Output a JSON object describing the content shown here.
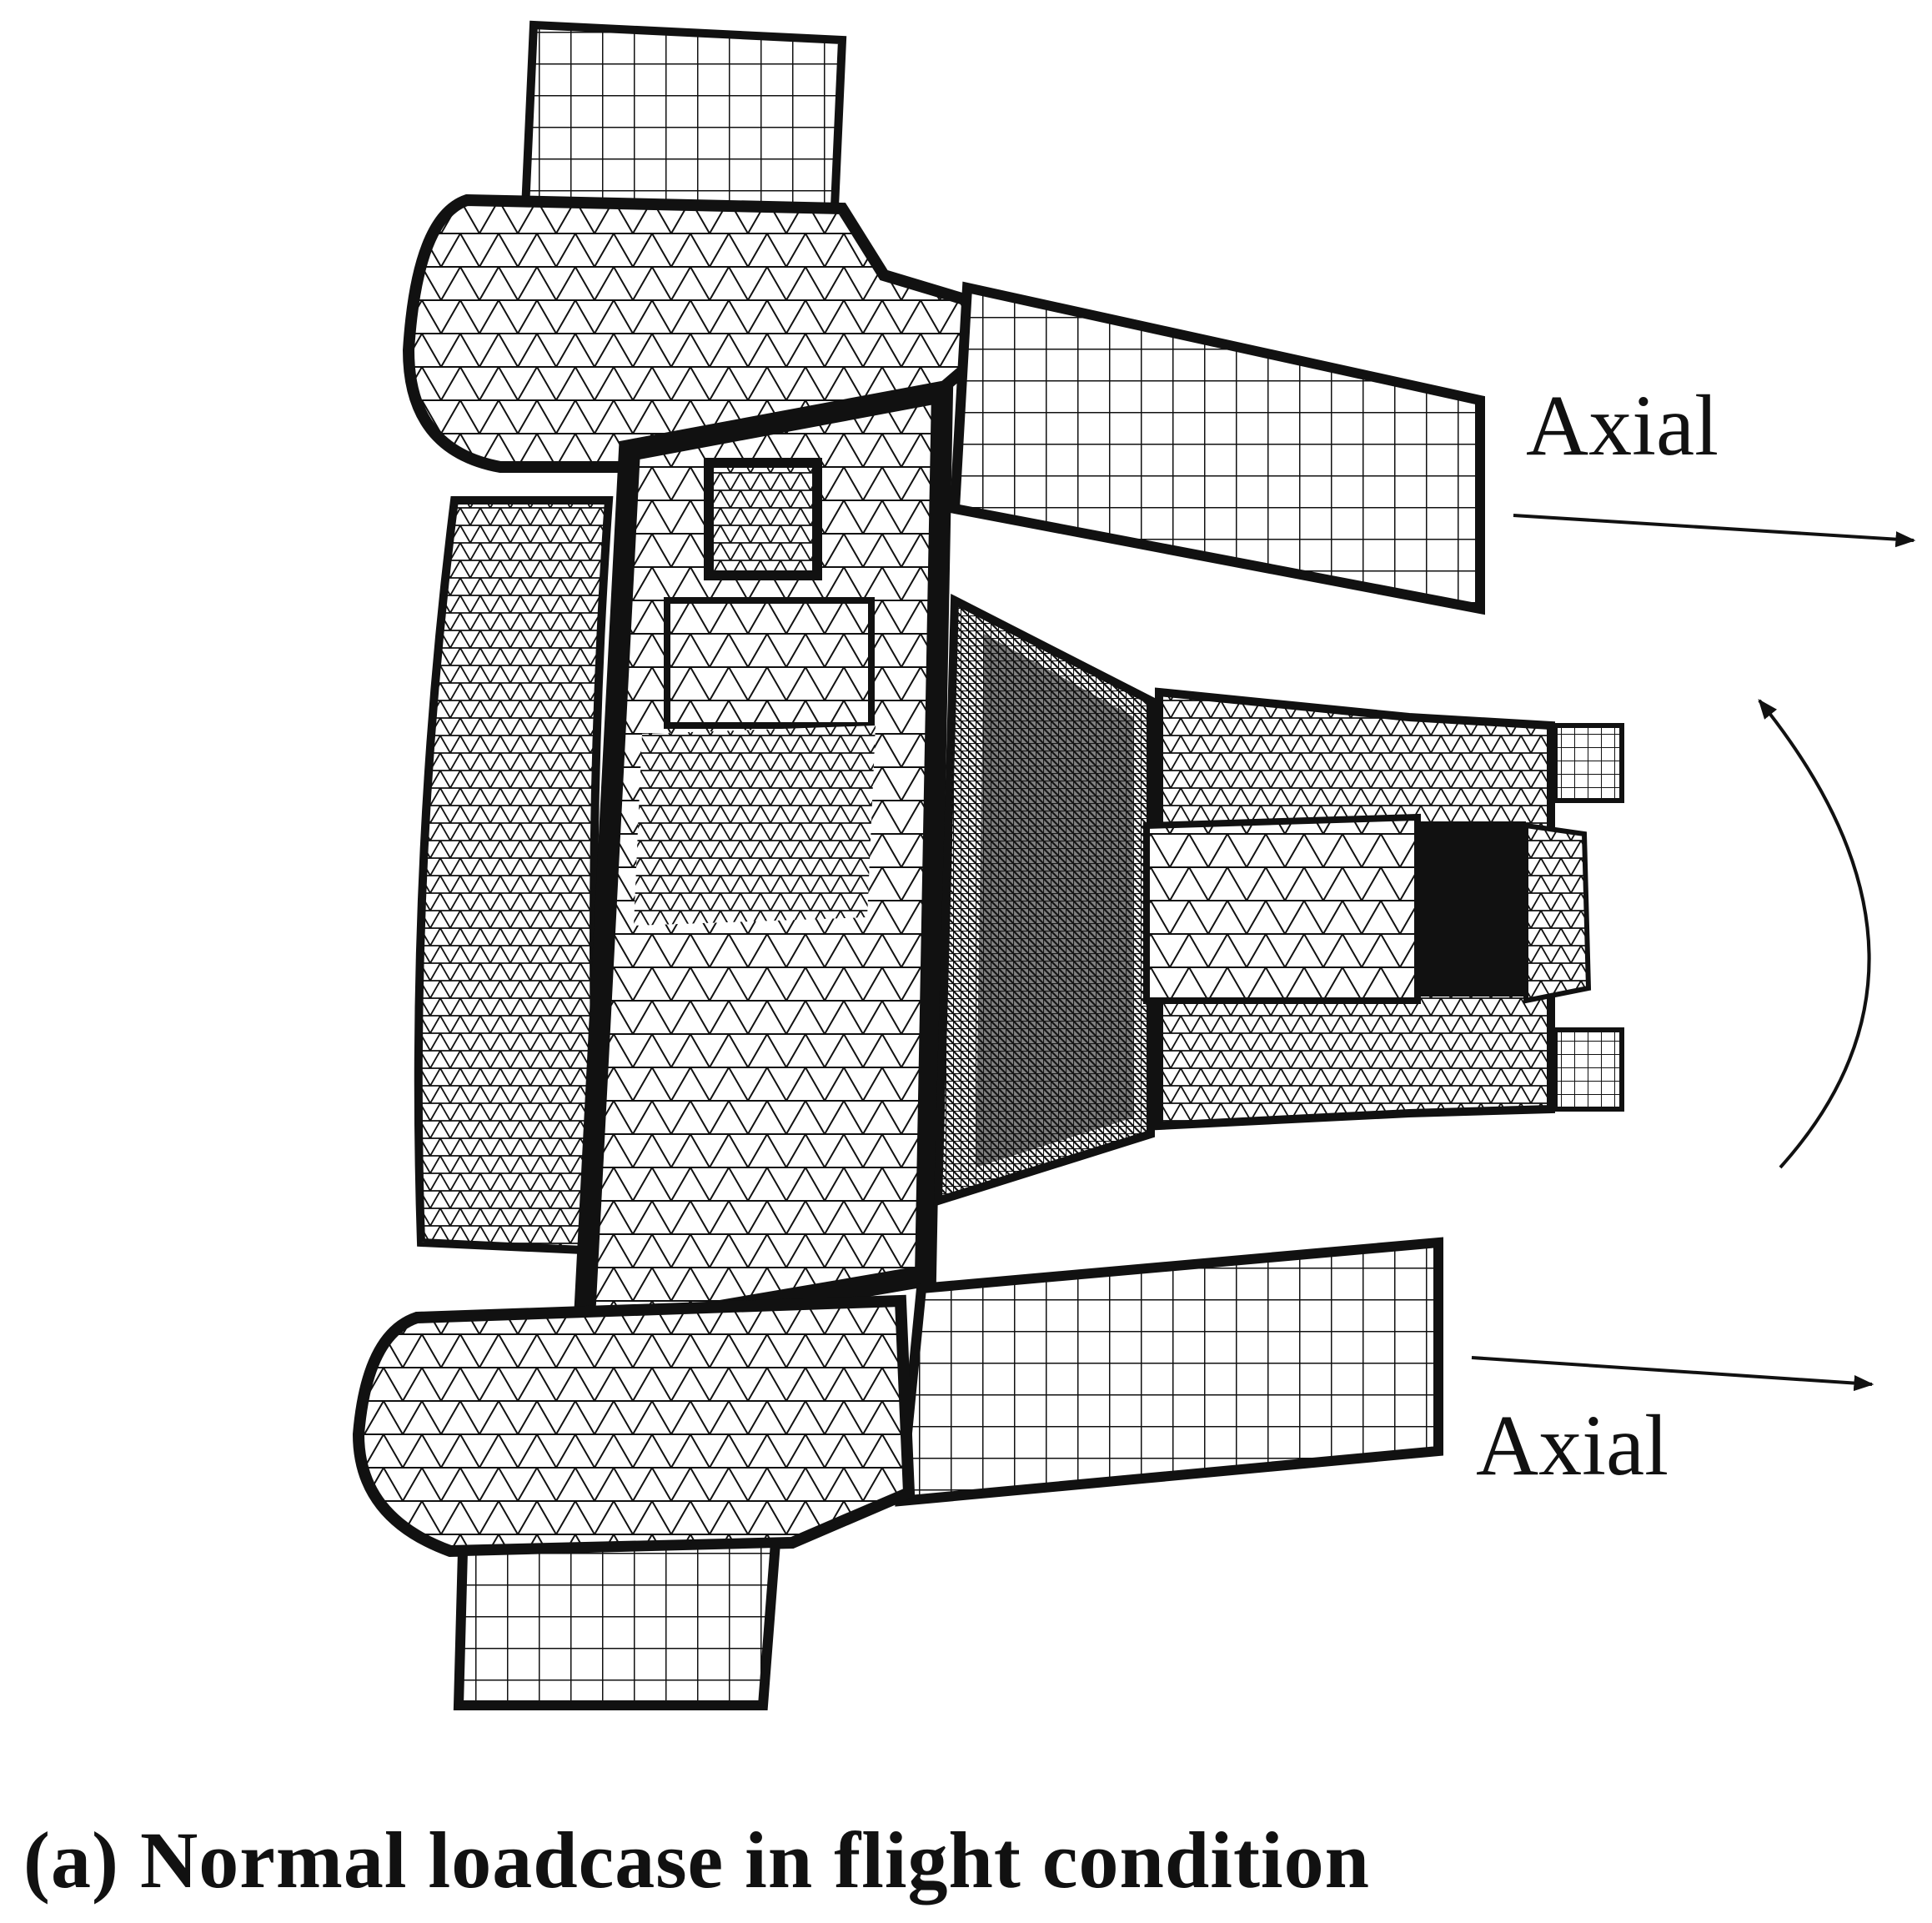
{
  "labels": {
    "axial_top": "Axial",
    "axial_bottom": "Axial"
  },
  "caption": "(a) Normal loadcase in flight condition",
  "colors": {
    "ink": "#111111",
    "background": "#ffffff"
  }
}
